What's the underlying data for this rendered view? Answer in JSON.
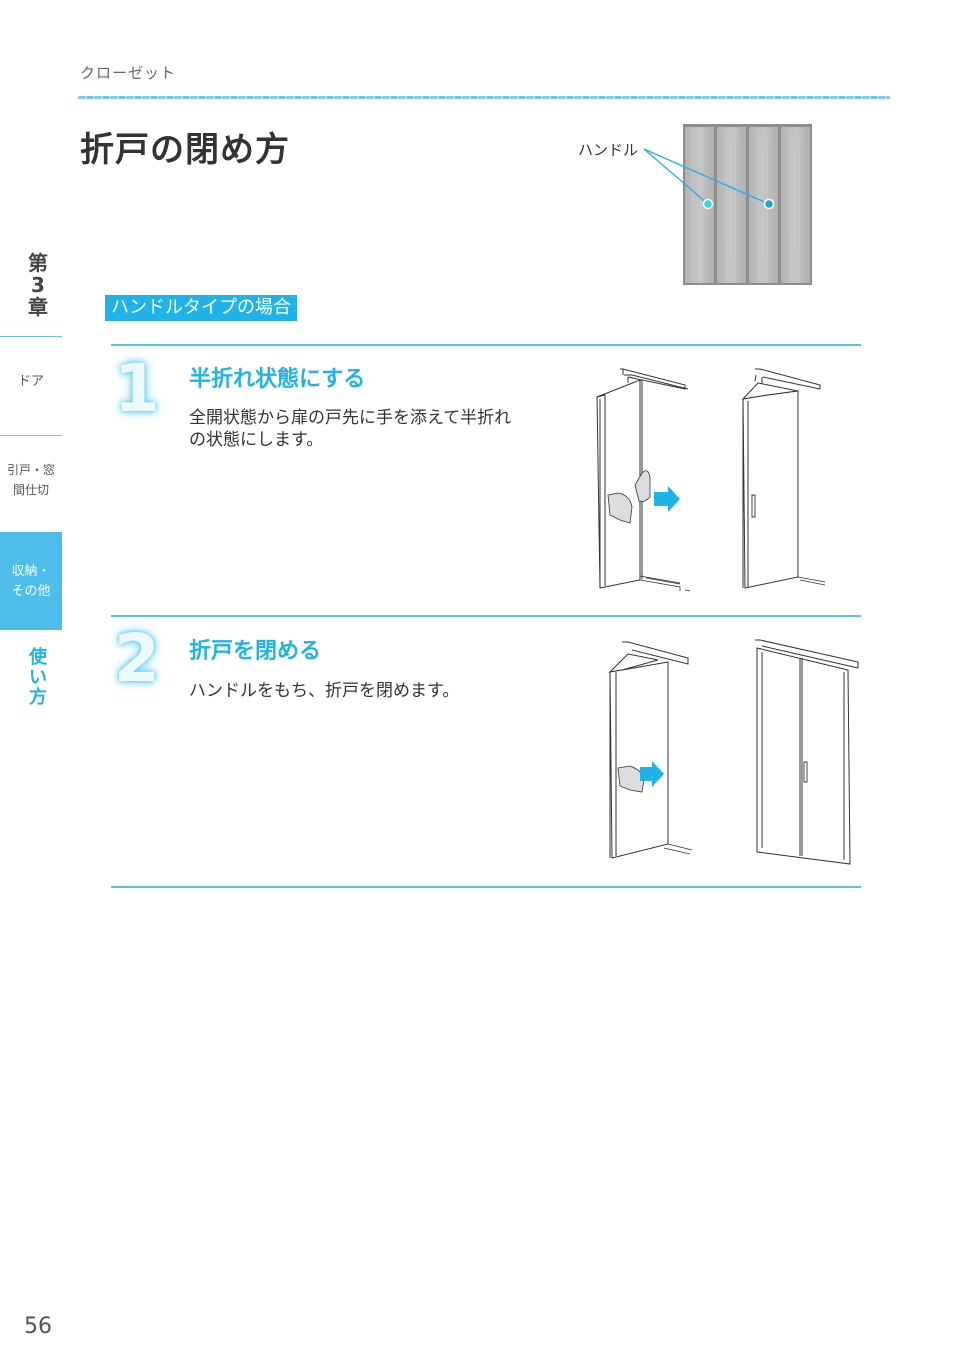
{
  "header": {
    "breadcrumb": "クローゼット",
    "title": "折戸の閉め方"
  },
  "figure_top": {
    "label": "ハンドル",
    "accent": "#1fb3e8",
    "panel_color": "#b9b9b9"
  },
  "section": {
    "tag": "ハンドルタイプの場合"
  },
  "sidebar": {
    "chapter": [
      "第",
      "3",
      "章"
    ],
    "items": [
      {
        "label_lines": [
          "ドア"
        ],
        "active": false
      },
      {
        "label_lines": [
          "引戸・窓",
          "間仕切"
        ],
        "active": false
      },
      {
        "label_lines": [
          "収納・",
          "その他"
        ],
        "active": true
      }
    ],
    "vertical_label": [
      "使",
      "い",
      "方"
    ]
  },
  "steps": [
    {
      "number": "1",
      "title": "半折れ状態にする",
      "desc_lines": [
        "全開状態から扉の戸先に手を添えて半折れ",
        "の状態にします。"
      ]
    },
    {
      "number": "2",
      "title": "折戸を閉める",
      "desc_lines": [
        "ハンドルをもち、折戸を閉めます。"
      ]
    }
  ],
  "footer": {
    "page_number": "56"
  },
  "colors": {
    "accent": "#1fb3e8",
    "sidebar_active": "#4dbdea",
    "rule": "#57c2ea",
    "text": "#333333"
  }
}
